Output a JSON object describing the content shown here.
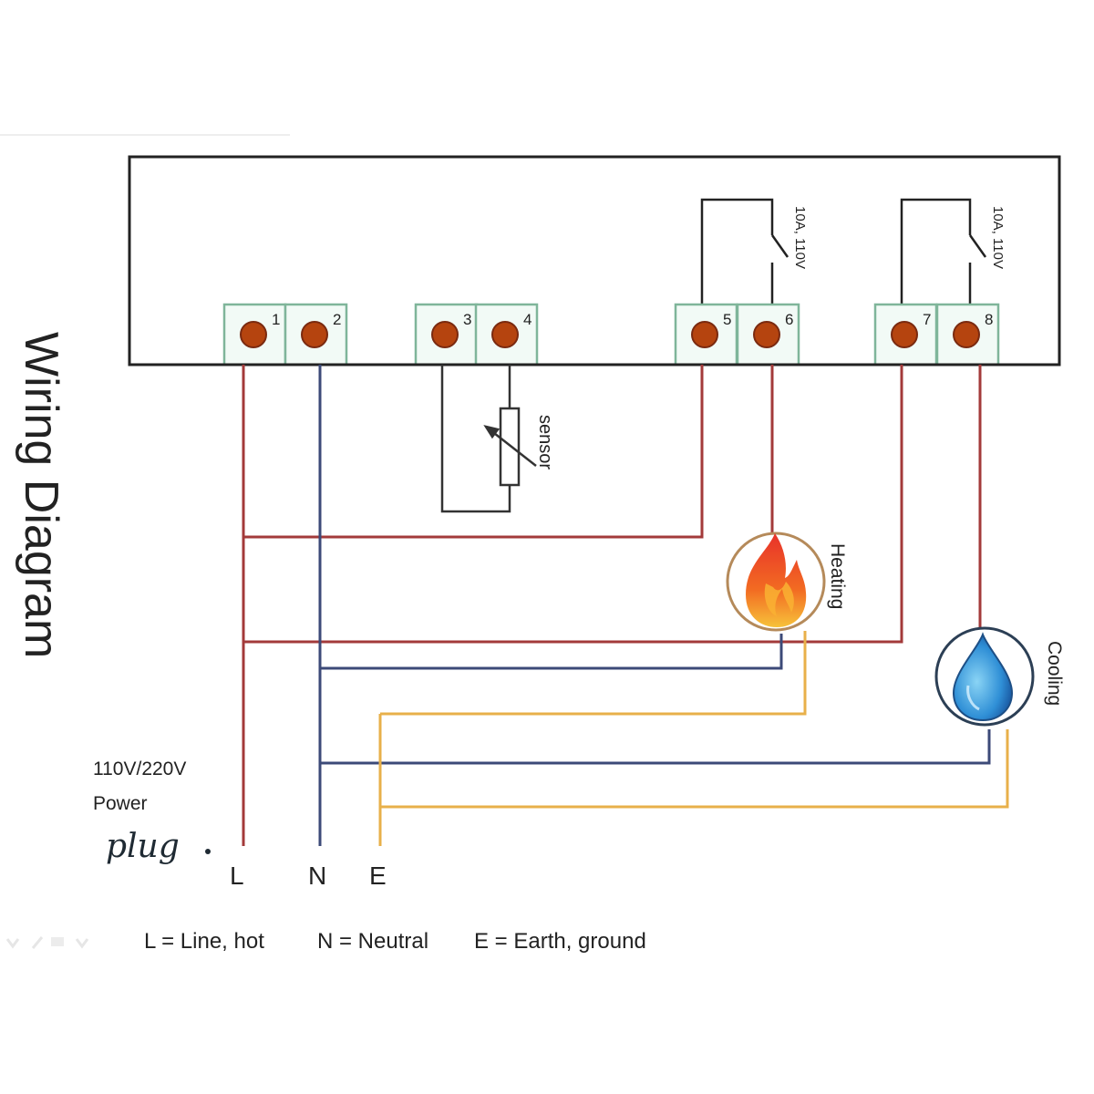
{
  "title": "Wiring Diagram",
  "terminals": [
    {
      "number": "1"
    },
    {
      "number": "2"
    },
    {
      "number": "3"
    },
    {
      "number": "4"
    },
    {
      "number": "5"
    },
    {
      "number": "6"
    },
    {
      "number": "7"
    },
    {
      "number": "8"
    }
  ],
  "relays": [
    {
      "name": "relay-heating",
      "rating": "10A, 110V"
    },
    {
      "name": "relay-cooling",
      "rating": "10A, 110V"
    }
  ],
  "sensor": {
    "label": "sensor"
  },
  "loads": [
    {
      "name": "heating",
      "label": "Heating",
      "icon": "flame-icon"
    },
    {
      "name": "cooling",
      "label": "Cooling",
      "icon": "water-drop-icon"
    }
  ],
  "power": {
    "voltage": "110V/220V",
    "label": "Power",
    "plug": "plug",
    "lines": [
      "L",
      "N",
      "E"
    ]
  },
  "legend": [
    {
      "text": "L = Line, hot"
    },
    {
      "text": "N = Neutral"
    },
    {
      "text": "E = Earth, ground"
    }
  ],
  "colors": {
    "line": "#a33a3a",
    "neutral": "#3c4a78",
    "earth": "#e8b04a",
    "frame": "#222222",
    "terminal_border": "#7fb59a",
    "terminal_fill": "#f2faf6",
    "screw": "#b5440f"
  }
}
